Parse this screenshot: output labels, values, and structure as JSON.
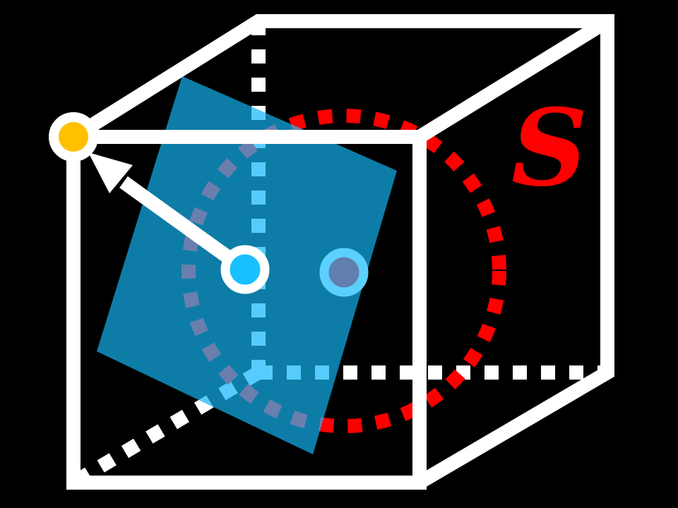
{
  "diagram": {
    "background": "#000000",
    "label": {
      "text": "S",
      "color": "#ff0000"
    },
    "colors": {
      "cube_edge": "#ffffff",
      "plane_fill": "#0e86b4",
      "hidden_edge_through_plane": "#5bd0ff",
      "circle_dash": "#ff0000",
      "circle_dash_through_plane": "#6a7fae",
      "corner_point": "#ffc000",
      "center_point": "#19c0ff",
      "projected_point_fill": "#607fae",
      "projected_point_ring": "#5bd0ff",
      "arrow": "#ffffff"
    },
    "elements": {
      "cube": "wireframe cube with three hidden (dotted) edges",
      "plane": "rotated semi-transparent blue square plane",
      "circle": "red dashed circle S",
      "corner_point": "yellow vertex point at top-left front corner",
      "center_point": "cyan center point on plane",
      "projected_point": "muted blue point with cyan ring",
      "arrow": "white arrow from center point to corner point"
    }
  }
}
